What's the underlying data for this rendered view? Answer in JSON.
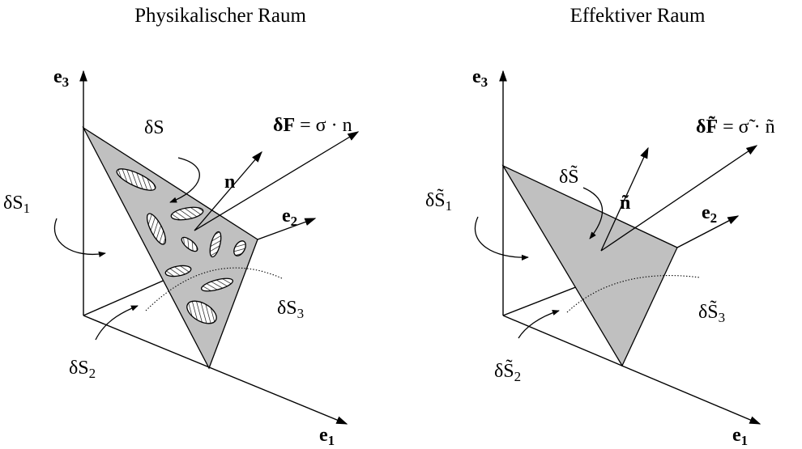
{
  "panels": [
    {
      "title": "Physikalischer Raum",
      "e3": "e",
      "e3_sub": "3",
      "e2": "e",
      "e2_sub": "2",
      "e1": "e",
      "e1_sub": "1",
      "dS_main": "δS",
      "dS1": "δS",
      "dS1_sub": "1",
      "dS2": "δS",
      "dS2_sub": "2",
      "dS3": "δS",
      "dS3_sub": "3",
      "normal": "n",
      "force_lhs": "δF",
      "force_rhs": " = σ · n",
      "voids": true
    },
    {
      "title": "Effektiver Raum",
      "e3": "e",
      "e3_sub": "3",
      "e2": "e",
      "e2_sub": "2",
      "e1": "e",
      "e1_sub": "1",
      "dS_main": "δS̃",
      "dS1": "δS̃",
      "dS1_sub": "1",
      "dS2": "δS̃",
      "dS2_sub": "2",
      "dS3": "δS̃",
      "dS3_sub": "3",
      "normal": "ñ",
      "force_lhs": "δF̃",
      "force_rhs": " = σ̃ · ñ",
      "voids": false
    }
  ]
}
